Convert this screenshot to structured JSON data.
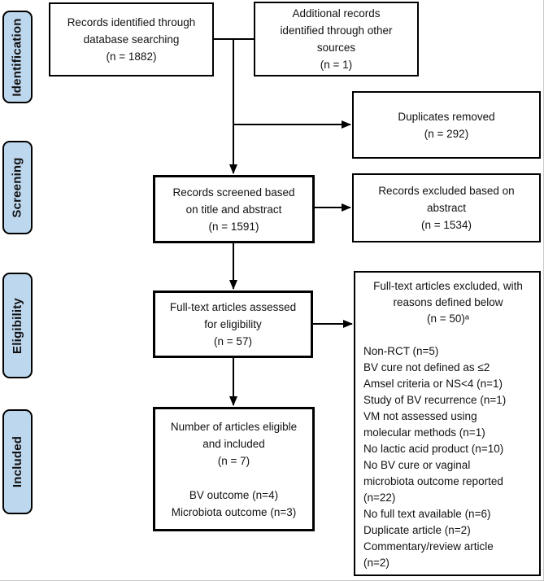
{
  "diagram": {
    "type": "prisma-flow",
    "stages": [
      {
        "id": "identification",
        "label": "Identification"
      },
      {
        "id": "screening",
        "label": "Screening"
      },
      {
        "id": "eligibility",
        "label": "Eligibility"
      },
      {
        "id": "included",
        "label": "Included"
      }
    ],
    "boxes": {
      "records_identified": {
        "text": "Records identified through\ndatabase searching\n(n = 1882)",
        "n": 1882
      },
      "additional_records": {
        "text": "Additional records\nidentified through other\nsources\n(n = 1)",
        "n": 1
      },
      "duplicates_removed": {
        "text": "Duplicates removed\n(n = 292)",
        "n": 292
      },
      "records_screened": {
        "text": "Records screened based\non title and abstract\n(n = 1591)",
        "n": 1591
      },
      "records_excluded_abstract": {
        "text": "Records excluded based on\nabstract\n(n = 1534)",
        "n": 1534
      },
      "fulltext_assessed": {
        "text": "Full-text articles assessed\nfor eligibility\n(n = 57)",
        "n": 57
      },
      "fulltext_excluded": {
        "heading": "Full-text articles excluded, with\nreasons defined below\n(n = 50)ᵃ",
        "n": 50,
        "reasons_text": "Non-RCT (n=5)\nBV cure not defined as ≤2\nAmsel criteria or NS<4 (n=1)\nStudy of BV recurrence (n=1)\nVM not assessed using\nmolecular methods (n=1)\nNo lactic acid product (n=10)\nNo BV cure or vaginal\nmicrobiota outcome reported\n(n=22)\nNo full text available (n=6)\nDuplicate article (n=2)\nCommentary/review article\n(n=2)"
      },
      "articles_included": {
        "text": "Number of articles eligible\nand included\n(n = 7)\n\nBV outcome (n=4)\nMicrobiota outcome (n=3)",
        "n": 7
      }
    },
    "colors": {
      "stage_fill": "#BDD7EE",
      "line": "#000000",
      "background": "#FFFFFF"
    }
  }
}
